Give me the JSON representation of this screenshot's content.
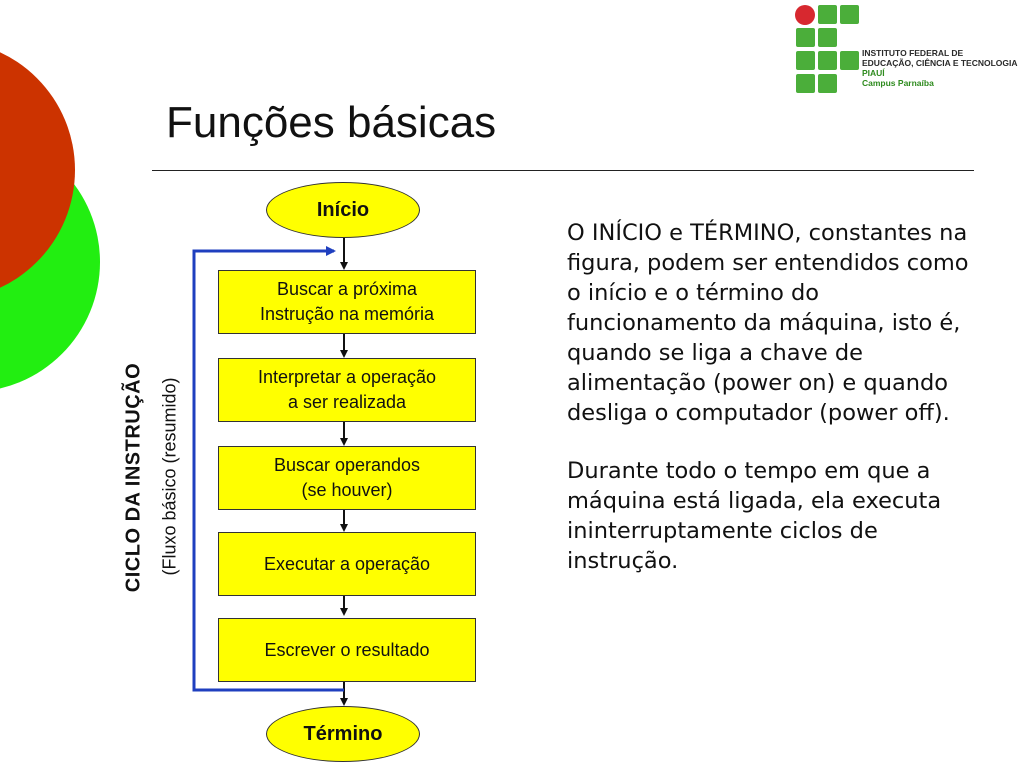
{
  "slide": {
    "title": "Funções básicas"
  },
  "logo": {
    "line1": "INSTITUTO FEDERAL DE",
    "line2": "EDUCAÇÃO, CIÊNCIA E TECNOLOGIA",
    "line3": "PIAUÍ",
    "line4": "Campus Parnaíba"
  },
  "flowchart": {
    "start": "Início",
    "end": "Término",
    "steps": [
      [
        "Buscar a próxima",
        "Instrução na memória"
      ],
      [
        "Interpretar a operação",
        "a ser realizada"
      ],
      [
        "Buscar operandos",
        "(se houver)"
      ],
      [
        "Executar a operação"
      ],
      [
        "Escrever o resultado"
      ]
    ],
    "cycle_label": "CICLO  DA  INSTRUÇÃO",
    "cycle_sublabel": "(Fluxo básico (resumido)"
  },
  "body_text": {
    "paragraph1": "O INÍCIO e TÉRMINO, constantes na figura, podem ser entendidos como o início e o término do funcionamento da máquina, isto é, quando se liga a chave de alimentação (power on) e quando desliga o computador (power off).",
    "paragraph2": "Durante todo o tempo em que a máquina está ligada, ela executa ininterruptamente ciclos de instrução."
  },
  "colors": {
    "box_fill": "#ffff00",
    "loop_arrow": "#1f3fbf",
    "deco_red": "#cc3300",
    "deco_green": "#22ee11",
    "logo_green": "#4bae3a",
    "logo_red": "#d7282f"
  }
}
